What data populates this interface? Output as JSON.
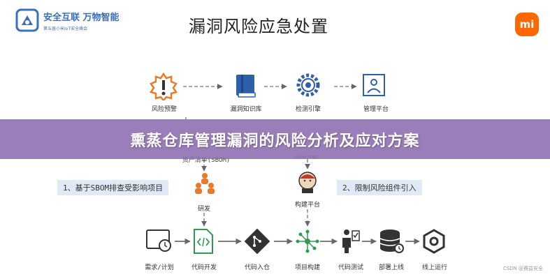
{
  "header": {
    "logo_main": "安全互联 万物智能",
    "logo_sub": "第五届小米IoT安全峰会",
    "title": "漏洞风险应急处置",
    "brand_mark": "mi"
  },
  "top_flow": {
    "nodes": [
      "风险预警",
      "漏洞知识库",
      "检测引擎",
      "管理平台"
    ]
  },
  "middle": {
    "partial_label": "资产清单(SBOM)",
    "partial_right_label": "监控引擎",
    "box_left": "1、基于SBOM排查受影响项目",
    "box_right": "2、限制风险组件引入",
    "research_label": "研发",
    "build_platform_label": "构建平台"
  },
  "bottom_flow": {
    "nodes": [
      "需求/计划",
      "代码开发",
      "代码入仓",
      "项目构建",
      "代码测试",
      "部署上线",
      "线上运行"
    ]
  },
  "banner": {
    "text": "熏蒸仓库管理漏洞的风险分析及应对方案"
  },
  "watermark": "CSDN @赛益安全",
  "colors": {
    "accent_orange": "#e97a2a",
    "brand_orange": "#ff6700",
    "icon_blue": "#2f5fa8",
    "icon_green": "#2e9b4f",
    "banner_purple": "#8c6caf",
    "box_blue": "#dfeaf6"
  }
}
